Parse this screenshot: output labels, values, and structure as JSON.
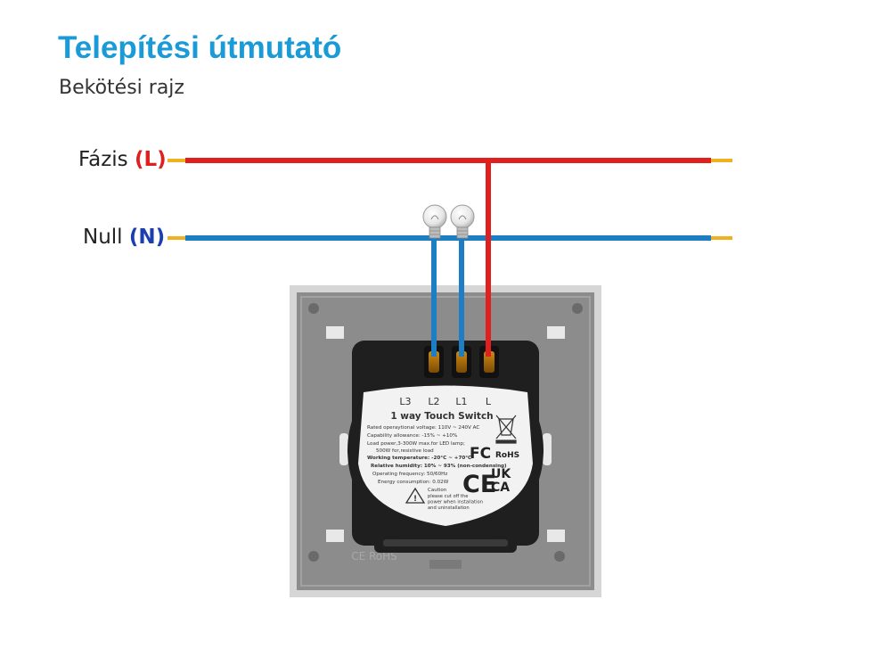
{
  "header": {
    "title": "Telepítési útmutató",
    "subtitle": "Bekötési rajz"
  },
  "wires": {
    "phase": {
      "name": "Fázis",
      "code": "(L)",
      "color": "#e0201f"
    },
    "neutral": {
      "name": "Null",
      "code": "(N)",
      "color": "#1e7ec4"
    }
  },
  "switch": {
    "terminals": [
      "L3",
      "L2",
      "L1",
      "L"
    ],
    "model": "1 way Touch Switch",
    "specs": [
      "Rated operaytional voltage: 110V ~ 240V AC",
      "Capability allowance: -15% ~ +10%",
      "Load power,3-300W max.for LED lamp;",
      "500W for,resistive load",
      "Working temperature: -20°C ~ +70°C",
      "Relative humidity: 10% ~ 93% (non-condensing)",
      "Operating frequency: 50/60Hz",
      "Energy consumption: 0.02W"
    ],
    "caution_title": "Caution",
    "caution_lines": [
      "please cut off the",
      "power when installation",
      "and uninstallation"
    ],
    "cert_fc": "FC",
    "cert_rohs": "RoHS",
    "cert_ce": "CE",
    "cert_ukca_top": "UK",
    "cert_ukca_bottom": "CA",
    "frame_marking": "CE RoHS"
  },
  "colors": {
    "accent": "#1a9ad6",
    "phase": "#e0201f",
    "neutral": "#1e7ec4",
    "wire_tip": "#f0b020",
    "frame": "#8a8a8a",
    "module": "#1f1f1f"
  }
}
